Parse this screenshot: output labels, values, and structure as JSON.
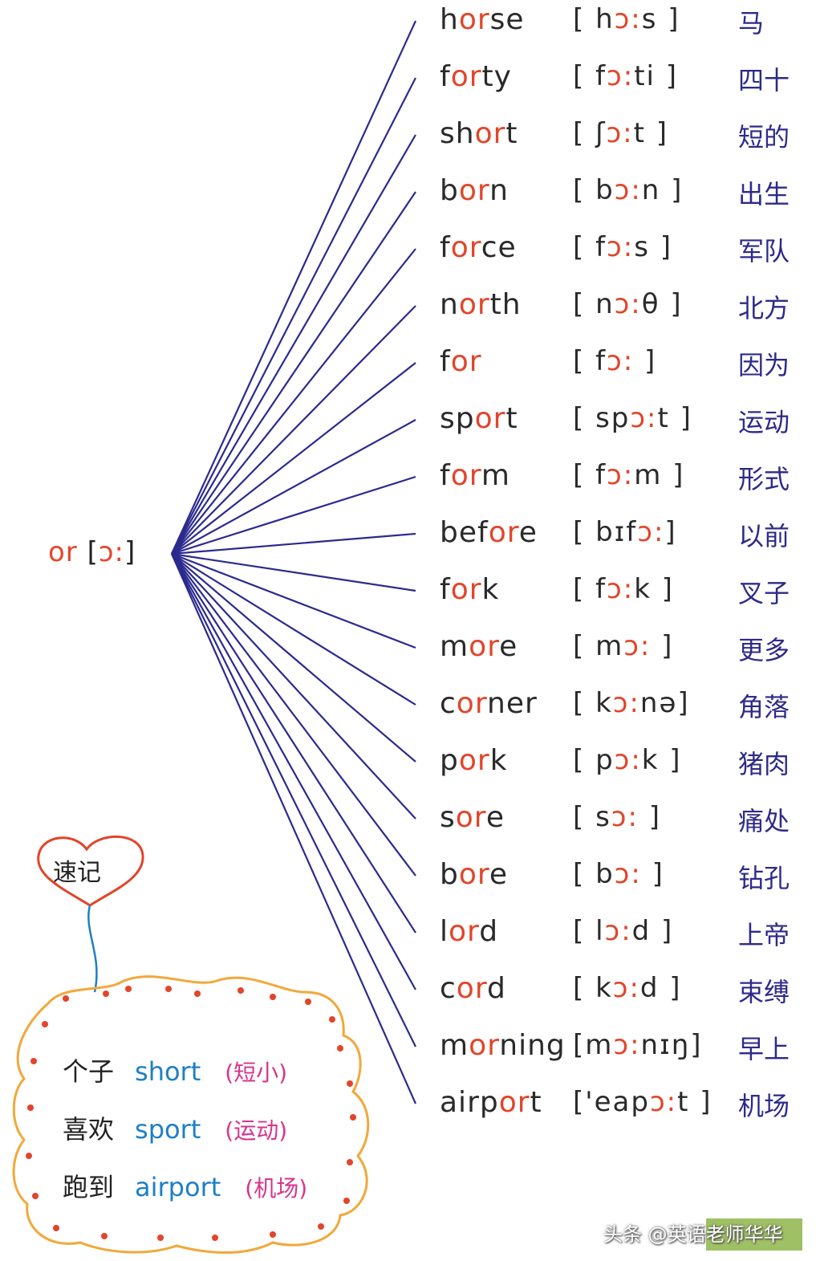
{
  "root": {
    "pattern": "or",
    "ipa_open": "[",
    "ipa": "ɔ:",
    "ipa_close": "]"
  },
  "words": [
    {
      "pre": "h",
      "hl": "or",
      "post": "se",
      "ipa_pre": "[ h",
      "ipa_hl": "ɔ:",
      "ipa_post": "s ]",
      "cn": "马"
    },
    {
      "pre": "f",
      "hl": "or",
      "post": "ty",
      "ipa_pre": "[ f",
      "ipa_hl": "ɔ:",
      "ipa_post": "ti ]",
      "cn": "四十"
    },
    {
      "pre": "sh",
      "hl": "or",
      "post": "t",
      "ipa_pre": "[ ʃ",
      "ipa_hl": "ɔ:",
      "ipa_post": "t ]",
      "cn": "短的"
    },
    {
      "pre": "b",
      "hl": "or",
      "post": "n",
      "ipa_pre": "[ b",
      "ipa_hl": "ɔ:",
      "ipa_post": "n ]",
      "cn": "出生"
    },
    {
      "pre": "f",
      "hl": "or",
      "post": "ce",
      "ipa_pre": "[ f",
      "ipa_hl": "ɔ:",
      "ipa_post": "s ]",
      "cn": "军队"
    },
    {
      "pre": "n",
      "hl": "or",
      "post": "th",
      "ipa_pre": "[ n",
      "ipa_hl": "ɔ:",
      "ipa_post": "θ ]",
      "cn": "北方"
    },
    {
      "pre": "f",
      "hl": "or",
      "post": "",
      "ipa_pre": "[ f",
      "ipa_hl": "ɔ:",
      "ipa_post": " ]",
      "cn": "因为"
    },
    {
      "pre": "sp",
      "hl": "or",
      "post": "t",
      "ipa_pre": "[ sp",
      "ipa_hl": "ɔ:",
      "ipa_post": "t ]",
      "cn": "运动"
    },
    {
      "pre": "f",
      "hl": "or",
      "post": "m",
      "ipa_pre": "[ f",
      "ipa_hl": "ɔ:",
      "ipa_post": "m ]",
      "cn": "形式"
    },
    {
      "pre": "bef",
      "hl": "or",
      "post": "e",
      "ipa_pre": "[ bɪf",
      "ipa_hl": "ɔ:",
      "ipa_post": "]",
      "cn": "以前"
    },
    {
      "pre": "f",
      "hl": "or",
      "post": "k",
      "ipa_pre": "[ f",
      "ipa_hl": "ɔ:",
      "ipa_post": "k ]",
      "cn": "叉子"
    },
    {
      "pre": "m",
      "hl": "or",
      "post": "e",
      "ipa_pre": "[ m",
      "ipa_hl": "ɔ:",
      "ipa_post": " ]",
      "cn": "更多"
    },
    {
      "pre": "c",
      "hl": "or",
      "post": "ner",
      "ipa_pre": "[ k",
      "ipa_hl": "ɔ:",
      "ipa_post": "nə]",
      "cn": "角落"
    },
    {
      "pre": "p",
      "hl": "or",
      "post": "k",
      "ipa_pre": "[ p",
      "ipa_hl": "ɔ:",
      "ipa_post": "k ]",
      "cn": "猪肉"
    },
    {
      "pre": "s",
      "hl": "or",
      "post": "e",
      "ipa_pre": "[ s",
      "ipa_hl": "ɔ:",
      "ipa_post": " ]",
      "cn": "痛处"
    },
    {
      "pre": "b",
      "hl": "or",
      "post": "e",
      "ipa_pre": "[ b",
      "ipa_hl": "ɔ:",
      "ipa_post": " ]",
      "cn": "钻孔"
    },
    {
      "pre": "l",
      "hl": "or",
      "post": "d",
      "ipa_pre": "[ l",
      "ipa_hl": "ɔ:",
      "ipa_post": "d ]",
      "cn": "上帝"
    },
    {
      "pre": "c",
      "hl": "or",
      "post": "d",
      "ipa_pre": "[ k",
      "ipa_hl": "ɔ:",
      "ipa_post": "d ]",
      "cn": "束缚"
    },
    {
      "pre": "m",
      "hl": "or",
      "post": "ning",
      "ipa_pre": "[m",
      "ipa_hl": "ɔ:",
      "ipa_post": "nɪŋ]",
      "cn": "早上"
    },
    {
      "pre": "airp",
      "hl": "or",
      "post": "t",
      "ipa_pre": "['eap",
      "ipa_hl": "ɔ:",
      "ipa_post": "t ]",
      "cn": "机场"
    }
  ],
  "memo": {
    "title": "速记",
    "lines": [
      {
        "cn": "个子",
        "en": "short",
        "mean": "(短小)"
      },
      {
        "cn": "喜欢",
        "en": "sport",
        "mean": "(运动)"
      },
      {
        "cn": "跑到",
        "en": "airport",
        "mean": "(机场)"
      }
    ]
  },
  "watermark": "头条 @英语老师华华",
  "colors": {
    "line": "#2b2a8f",
    "highlight": "#e2452a",
    "chinese": "#2d2a8a",
    "memo_english": "#1e7fc4",
    "memo_meaning": "#d6358c",
    "heart": "#e2452a"
  }
}
